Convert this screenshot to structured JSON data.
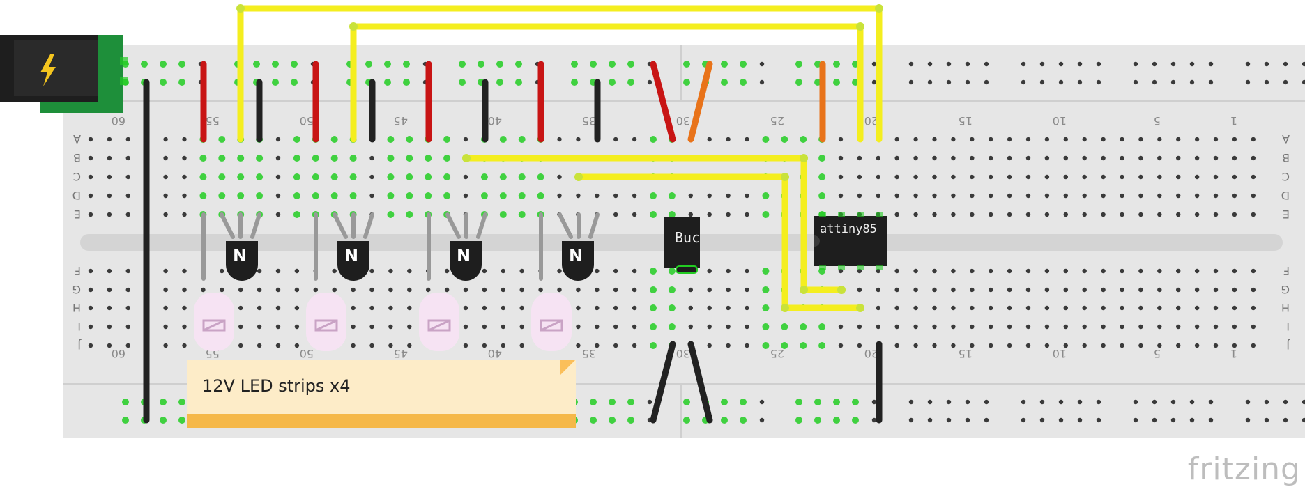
{
  "canvas": {
    "background": "#ffffff",
    "breadboard_color": "#e6e6e6",
    "hole_color": "#3a3a3a",
    "hole_active_color": "#22cc22"
  },
  "breadboard": {
    "row_labels": [
      "J",
      "I",
      "H",
      "G",
      "F",
      "E",
      "D",
      "C",
      "B",
      "A"
    ],
    "column_numbers": [
      "60",
      "55",
      "50",
      "45",
      "40",
      "35",
      "30",
      "25",
      "20",
      "15",
      "10",
      "5",
      "1"
    ]
  },
  "power_jack": {
    "icon": "lightning-bolt-icon",
    "color": "#1e8f3a"
  },
  "transistors": [
    {
      "label": "N"
    },
    {
      "label": "N"
    },
    {
      "label": "N"
    },
    {
      "label": "N"
    }
  ],
  "leds": [
    {
      "color": "#f6e3f3"
    },
    {
      "color": "#f6e3f3"
    },
    {
      "color": "#f6e3f3"
    },
    {
      "color": "#f6e3f3"
    }
  ],
  "chips": {
    "buck": {
      "label": "Buc"
    },
    "mcu": {
      "label": "attiny85"
    }
  },
  "wires": {
    "yellow": "#f4ee1f",
    "red": "#c81414",
    "black": "#222222",
    "orange": "#e8731a",
    "gray": "#999999"
  },
  "note": {
    "text": "12V LED strips x4"
  },
  "branding": {
    "text": "fritzing"
  }
}
